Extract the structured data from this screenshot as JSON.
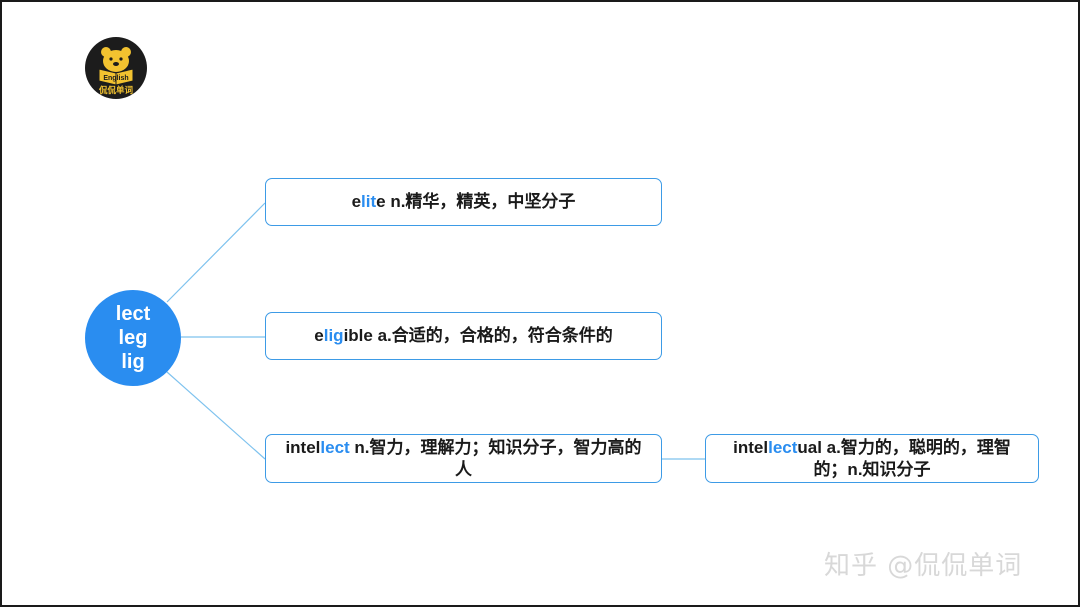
{
  "logo": {
    "text": "English",
    "caption": "侃侃单词",
    "icon": "bear-reading-book"
  },
  "root": {
    "lines": [
      "lect",
      "leg",
      "lig"
    ],
    "color": "#2a8df0"
  },
  "nodes": [
    {
      "pre": "e",
      "hl": "lit",
      "post": "e n.精华，精英，中坚分子"
    },
    {
      "pre": "e",
      "hl": "lig",
      "post": "ible a.合适的，合格的，符合条件的"
    },
    {
      "pre": "intel",
      "hl": "lect",
      "post": " n.智力，理解力；知识分子，智力高的人"
    },
    {
      "pre": "intel",
      "hl": "lect",
      "post": "ual a.智力的，聪明的，理智的；n.知识分子"
    }
  ],
  "watermark": "知乎 @侃侃单词"
}
